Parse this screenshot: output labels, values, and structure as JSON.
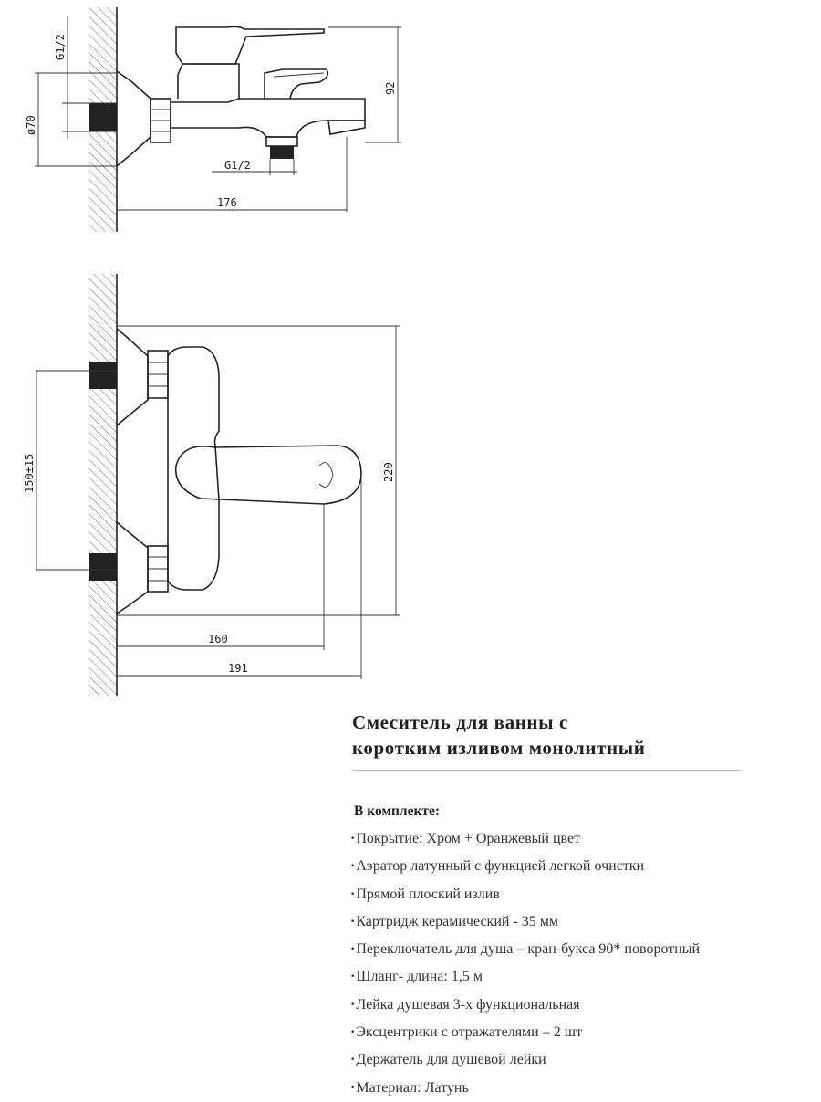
{
  "top_view": {
    "thread_top": "G1/2",
    "diameter": "ø70",
    "height": "92",
    "thread_bottom": "G1/2",
    "length": "176"
  },
  "front_view": {
    "center_distance": "150±15",
    "height": "220",
    "length_inner": "160",
    "length_outer": "191"
  },
  "product": {
    "title_line1": "Смеситель для ванны с",
    "title_line2": "коротким изливом  монолитный"
  },
  "kit": {
    "heading": "В комплекте:",
    "items": [
      "Покрытие: Хром + Оранжевый  цвет",
      "Аэратор латунный с функцией легкой очистки",
      "Прямой плоский излив",
      "Картридж керамический - 35 мм",
      "Переключатель для душа –  кран-букса 90* поворотный",
      "Шланг- длина: 1,5 м",
      "Лейка душевая  3-х  функциональная",
      "Эксцентрики  с отражателями – 2 шт",
      "Держатель для душевой лейки",
      "Материал: Латунь"
    ]
  }
}
